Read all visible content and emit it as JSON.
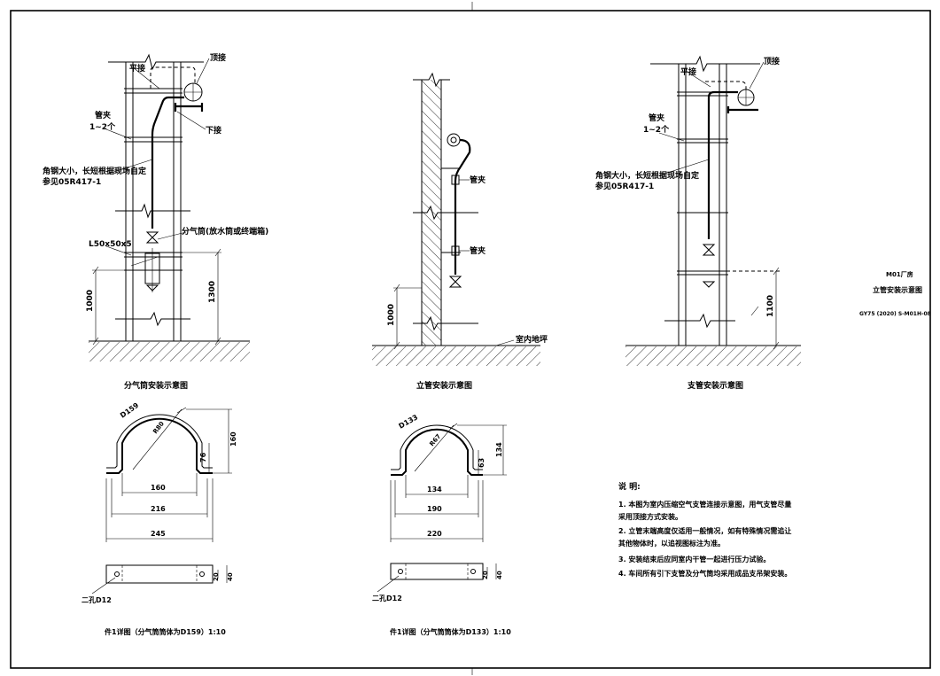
{
  "sheet": {
    "plant": "M01厂房",
    "drawing_title": "立管安装示意图",
    "drawing_code": "GY75 (2020) S-M01H-08"
  },
  "left_view": {
    "title": "分气筒安装示意图",
    "label_top_connect": "顶接",
    "label_flat_connect": "平接",
    "label_bottom_connect": "下接",
    "label_clamp": "管夹",
    "label_clamp_count": "1~2个",
    "label_angle_note": "角钢大小，长短根据现场自定",
    "label_angle_ref": "参见05R417-1",
    "label_manifold": "分气筒(放水筒或终端箱)",
    "label_angle_size": "L50x50x5",
    "dim_1000": "1000",
    "dim_1300": "1300"
  },
  "mid_view": {
    "title": "立管安装示意图",
    "label_clamp_1": "管夹",
    "label_clamp_2": "管夹",
    "label_floor": "室内地坪",
    "dim_1000": "1000"
  },
  "right_view": {
    "title": "支管安装示意图",
    "label_top_connect": "顶接",
    "label_flat_connect": "平接",
    "label_clamp": "管夹",
    "label_clamp_count": "1~2个",
    "label_angle_note": "角钢大小，长短根据现场自定",
    "label_angle_ref": "参见05R417-1",
    "dim_1100": "1100"
  },
  "detail_d159": {
    "title": "件1详图（分气筒筒体为D159）1:10",
    "dia_label": "D159",
    "r_label": "R80",
    "dim_160": "160",
    "dim_216": "216",
    "dim_245": "245",
    "dim_76": "76",
    "dim_height": "160",
    "holes": "二孔D12",
    "dim_20": "20",
    "dim_40": "40"
  },
  "detail_d133": {
    "title": "件1详图（分气筒筒体为D133）1:10",
    "dia_label": "D133",
    "r_label": "R67",
    "dim_134": "134",
    "dim_190": "190",
    "dim_220": "220",
    "dim_63": "63",
    "dim_height": "134",
    "holes": "二孔D12",
    "dim_20": "20",
    "dim_40": "40"
  },
  "notes": {
    "heading": "说  明:",
    "items": [
      "1. 本图为室内压缩空气支管连接示意图，用气支管尽量",
      "    采用顶接方式安装。",
      "2. 立管末端高度仅适用一般情况，如有特殊情况需追让",
      "    其他物体时，以追视图标注为准。",
      "3. 安装结束后应同室内干管一起进行压力试验。",
      "4. 车间所有引下支管及分气筒均采用成品支吊架安装。"
    ]
  }
}
